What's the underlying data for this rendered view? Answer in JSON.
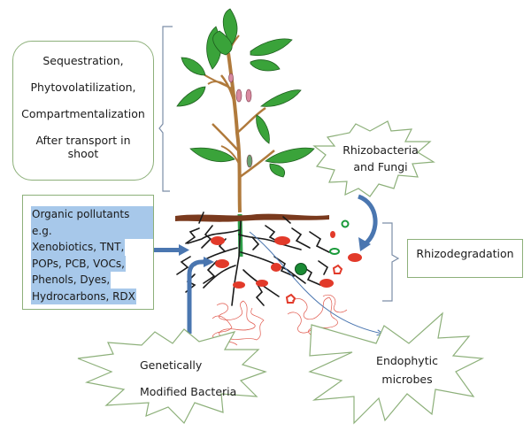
{
  "diagram": {
    "title": "Phytoremediation mechanisms",
    "processes_box": {
      "lines": [
        "Sequestration,",
        "Phytovolatilization,",
        "Compartmentalization",
        "After transport in",
        "shoot"
      ]
    },
    "pollutants_box": {
      "lines": [
        "Organic pollutants e.g.",
        "Xenobiotics, TNT,",
        "POPs, PCB, VOCs,",
        "Phenols, Dyes,",
        "Hydrocarbons, RDX"
      ]
    },
    "rhizodegradation_box": {
      "label": "Rhizodegradation"
    },
    "bursts": {
      "rhizobacteria": {
        "lines": [
          "Rhizobacteria",
          "and Fungi"
        ]
      },
      "gm_bacteria": {
        "lines": [
          "Genetically",
          "Modified Bacteria"
        ]
      },
      "endophytic": {
        "lines": [
          "Endophytic",
          "microbes"
        ]
      }
    },
    "colors": {
      "box_border": "#8db07a",
      "arrow_blue": "#4a76b0",
      "highlight": "#a7c8ea",
      "leaf_green": "#3a9b3a",
      "stem_brown": "#b07a3c",
      "soil_brown": "#7a3a1e",
      "microbe_red": "#e23a2a",
      "microbe_green": "#1a9a3a"
    }
  }
}
